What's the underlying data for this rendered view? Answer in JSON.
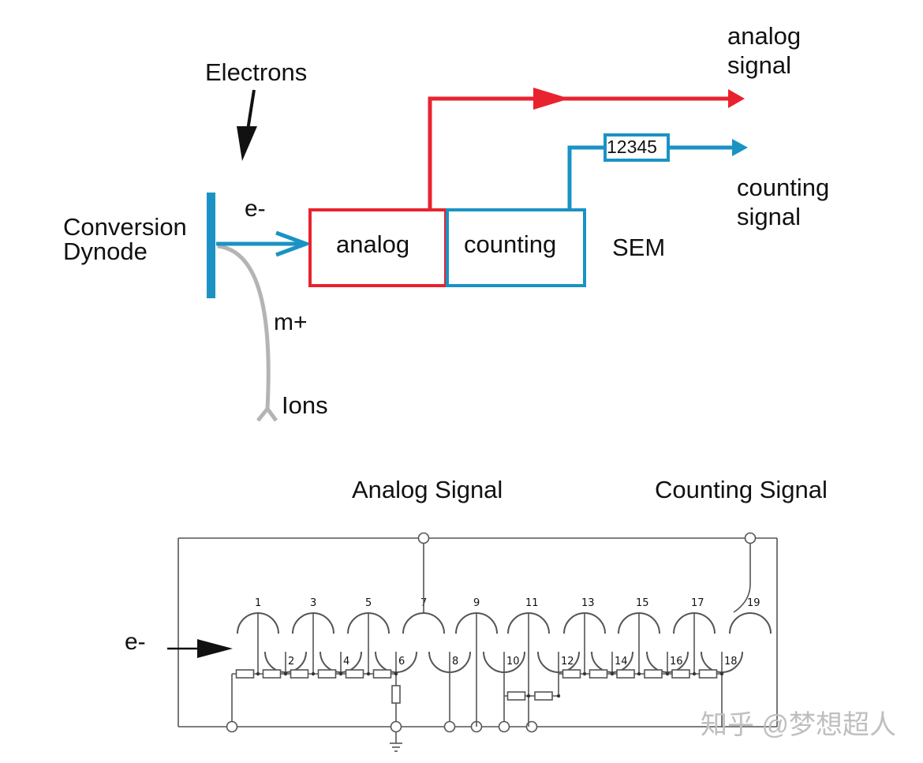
{
  "colors": {
    "analog": "#e8232f",
    "counting": "#1a93c4",
    "ions": "#b4b4b4",
    "ink": "#111111",
    "circuit": "#555555"
  },
  "top_diagram": {
    "electrons_label": "Electrons",
    "conversion_label_line1": "Conversion",
    "conversion_label_line2": "Dynode",
    "e_minus_label": "e-",
    "m_plus_label": "m+",
    "ions_label": "Ions",
    "analog_box_label": "analog",
    "counting_box_label": "counting",
    "sem_label": "SEM",
    "counter_display": "12345",
    "analog_signal_line1": "analog",
    "analog_signal_line2": "signal",
    "counting_signal_line1": "counting",
    "counting_signal_line2": "signal"
  },
  "bottom_diagram": {
    "analog_signal_title": "Analog Signal",
    "counting_signal_title": "Counting Signal",
    "e_minus_label": "e-",
    "dynode_numbers": [
      "1",
      "2",
      "3",
      "4",
      "5",
      "6",
      "7",
      "8",
      "9",
      "10",
      "11",
      "12",
      "13",
      "14",
      "15",
      "16",
      "17",
      "18",
      "19"
    ]
  },
  "watermark": "知乎 @梦想超人"
}
